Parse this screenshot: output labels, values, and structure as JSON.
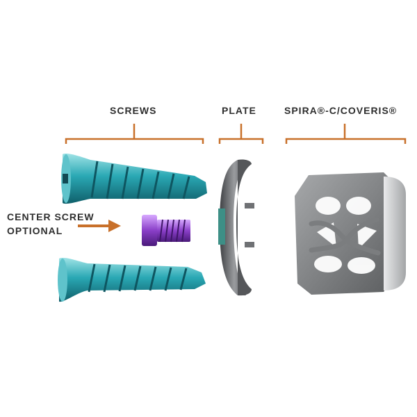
{
  "labels": {
    "screws": "SCREWS",
    "plate": "PLATE",
    "cage": "SPIRA®-C/COVERIS®"
  },
  "callout": {
    "line1": "CENTER SCREW",
    "line2": "OPTIONAL"
  },
  "colors": {
    "bracket": "#c8702a",
    "screw": "#2aa8b4",
    "center_screw": "#8a3fc8",
    "plate": "#6f7174",
    "cage": "#8e9092"
  }
}
